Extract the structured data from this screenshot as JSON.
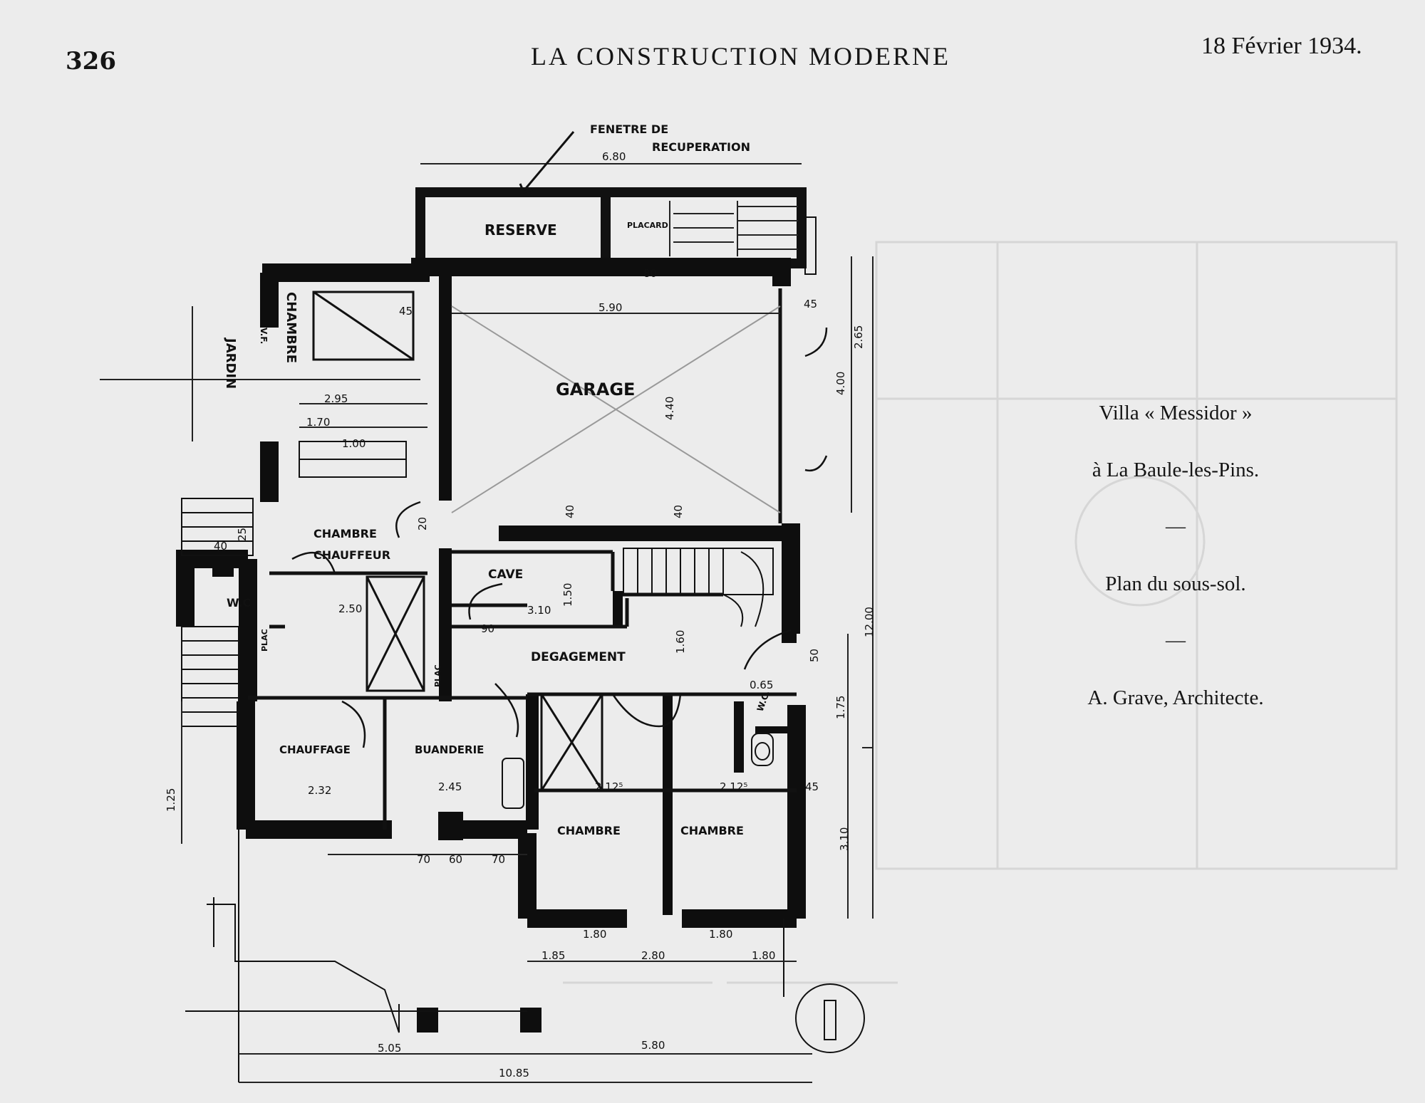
{
  "header": {
    "page_number": "326",
    "journal_title": "LA CONSTRUCTION MODERNE",
    "date": "18 Février 1934."
  },
  "caption": {
    "line1": "Villa « Messidor »",
    "line2": "à La Baule-les-Pins.",
    "sep1": "—",
    "line3": "Plan du sous-sol.",
    "sep2": "—",
    "line4": "A. Grave, Architecte."
  },
  "plan": {
    "rooms": {
      "garage": "GARAGE",
      "reserve": "RESERVE",
      "placard": "PLACARD",
      "chambre_top": "CHAMBRE",
      "jardin": "JARDIN",
      "vf": "V.F.",
      "chambre_chauffeur_1": "CHAMBRE",
      "chambre_chauffeur_2": "CHAUFFEUR",
      "wc_left": "W.C",
      "cave": "CAVE",
      "degagement": "DEGAGEMENT",
      "chauffage": "CHAUFFAGE",
      "buanderie": "BUANDERIE",
      "chambre_left": "CHAMBRE",
      "chambre_right": "CHAMBRE",
      "wc_right": "W.C.",
      "plac_left": "PLAC",
      "plac_right": "PLAC"
    },
    "annotation": {
      "line1": "FENETRE DE",
      "line2": "RECUPERATION"
    },
    "dimensions": {
      "d680": "6.80",
      "d590": "5.90",
      "d440": "4.40",
      "d265": "2.65",
      "d400": "4.00",
      "d1200": "12.00",
      "d295": "2.95",
      "d170": "1.70",
      "d100": "1.00",
      "d250": "2.50",
      "d310": "3.10",
      "d150": "1.50",
      "d160": "1.60",
      "d232": "2.32",
      "d245": "2.45",
      "d212a": "2.12⁵",
      "d212b": "2.12⁵",
      "d175": "1.75",
      "d310b": "3.10",
      "d125": "1.25",
      "d185": "1.85",
      "d280": "2.80",
      "d180": "1.80",
      "d180b": "1.80",
      "d180c": "1.80",
      "d505": "5.05",
      "d580": "5.80",
      "d1085": "10.85",
      "d45a": "45",
      "d45b": "45",
      "d45c": "45",
      "d40": "40",
      "d90": "90",
      "d80": "80",
      "d70": "70",
      "d60": "60",
      "d70b": "70",
      "d065": "0.65",
      "d20": "20",
      "d25": "25",
      "d40b": "40",
      "d40c": "40",
      "d50": "50"
    }
  }
}
